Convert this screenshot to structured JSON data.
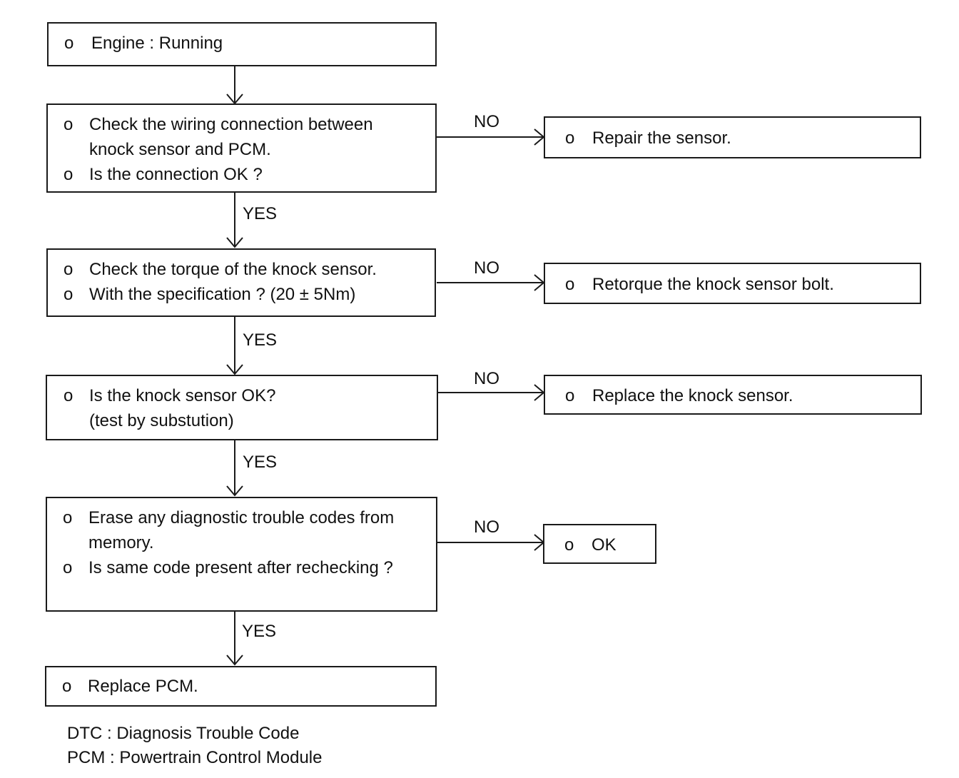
{
  "steps": {
    "start": {
      "lines": [
        "Engine : Running"
      ]
    },
    "wiring": {
      "lines": [
        "Check the wiring connection between",
        "knock sensor and PCM.",
        "Is the connection OK ?"
      ]
    },
    "torque": {
      "lines": [
        "Check the torque of the knock sensor.",
        "With the specification ? (20 ± 5Nm)"
      ]
    },
    "sensor": {
      "lines": [
        "Is the knock sensor OK?",
        "(test by substution)"
      ]
    },
    "erase": {
      "lines": [
        "Erase any diagnostic trouble codes from",
        "memory.",
        "Is same code present after rechecking ?"
      ]
    },
    "replace_pcm": {
      "lines": [
        "Replace PCM."
      ]
    }
  },
  "results": {
    "repair": "Repair the sensor.",
    "retorque": "Retorque the knock sensor bolt.",
    "replace_sensor": "Replace the knock sensor.",
    "ok": "OK"
  },
  "bullet": "o",
  "labels": {
    "yes": "YES",
    "no": "NO"
  },
  "legend": [
    "DTC : Diagnosis Trouble Code",
    "PCM : Powertrain Control Module"
  ]
}
